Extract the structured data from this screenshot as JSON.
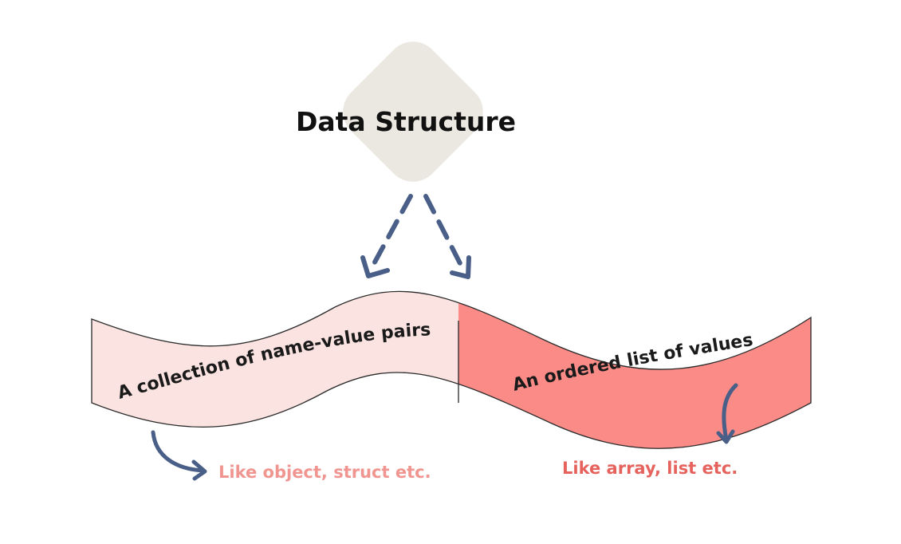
{
  "root": {
    "label": "Data Structure"
  },
  "branches": [
    {
      "label": "A collection of name-value pairs",
      "example": "Like object, struct etc."
    },
    {
      "label": "An ordered list of values",
      "example": "Like array, list etc."
    }
  ],
  "colors": {
    "root_fill": "#ebe8e2",
    "arrow": "#4a5f88",
    "band_left": "#fae3e0",
    "band_right": "#fa8b86",
    "band_stroke": "#2a2a2a",
    "note_left": "#f0958f",
    "note_right": "#e5625d"
  }
}
